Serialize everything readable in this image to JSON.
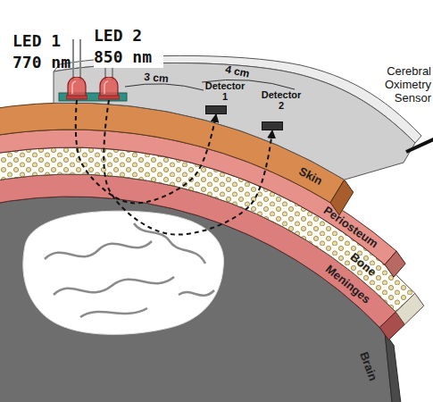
{
  "diagram": {
    "nodes": [
      {
        "text": [
          "LED 1 770 nm"
        ]
      },
      {
        "text": [
          "LED 2 850 nm"
        ]
      },
      {
        "text": [
          "Detector 1"
        ]
      },
      {
        "text": [
          "Detector 2"
        ]
      },
      {
        "text": [
          "Skin"
        ]
      },
      {
        "text": [
          "Periosteum"
        ]
      },
      {
        "text": [
          "Bone"
        ]
      },
      {
        "text": [
          "Meninges"
        ]
      },
      {
        "text": [
          "Brain"
        ]
      }
    ],
    "edges": [
      {
        "from": 0,
        "to": 2,
        "arrow": "to"
      },
      {
        "from": 1,
        "to": 3,
        "arrow": "to"
      }
    ],
    "labels": [
      "3 cm",
      "4 cm",
      "Cerebral Oximetry Sensor"
    ]
  }
}
